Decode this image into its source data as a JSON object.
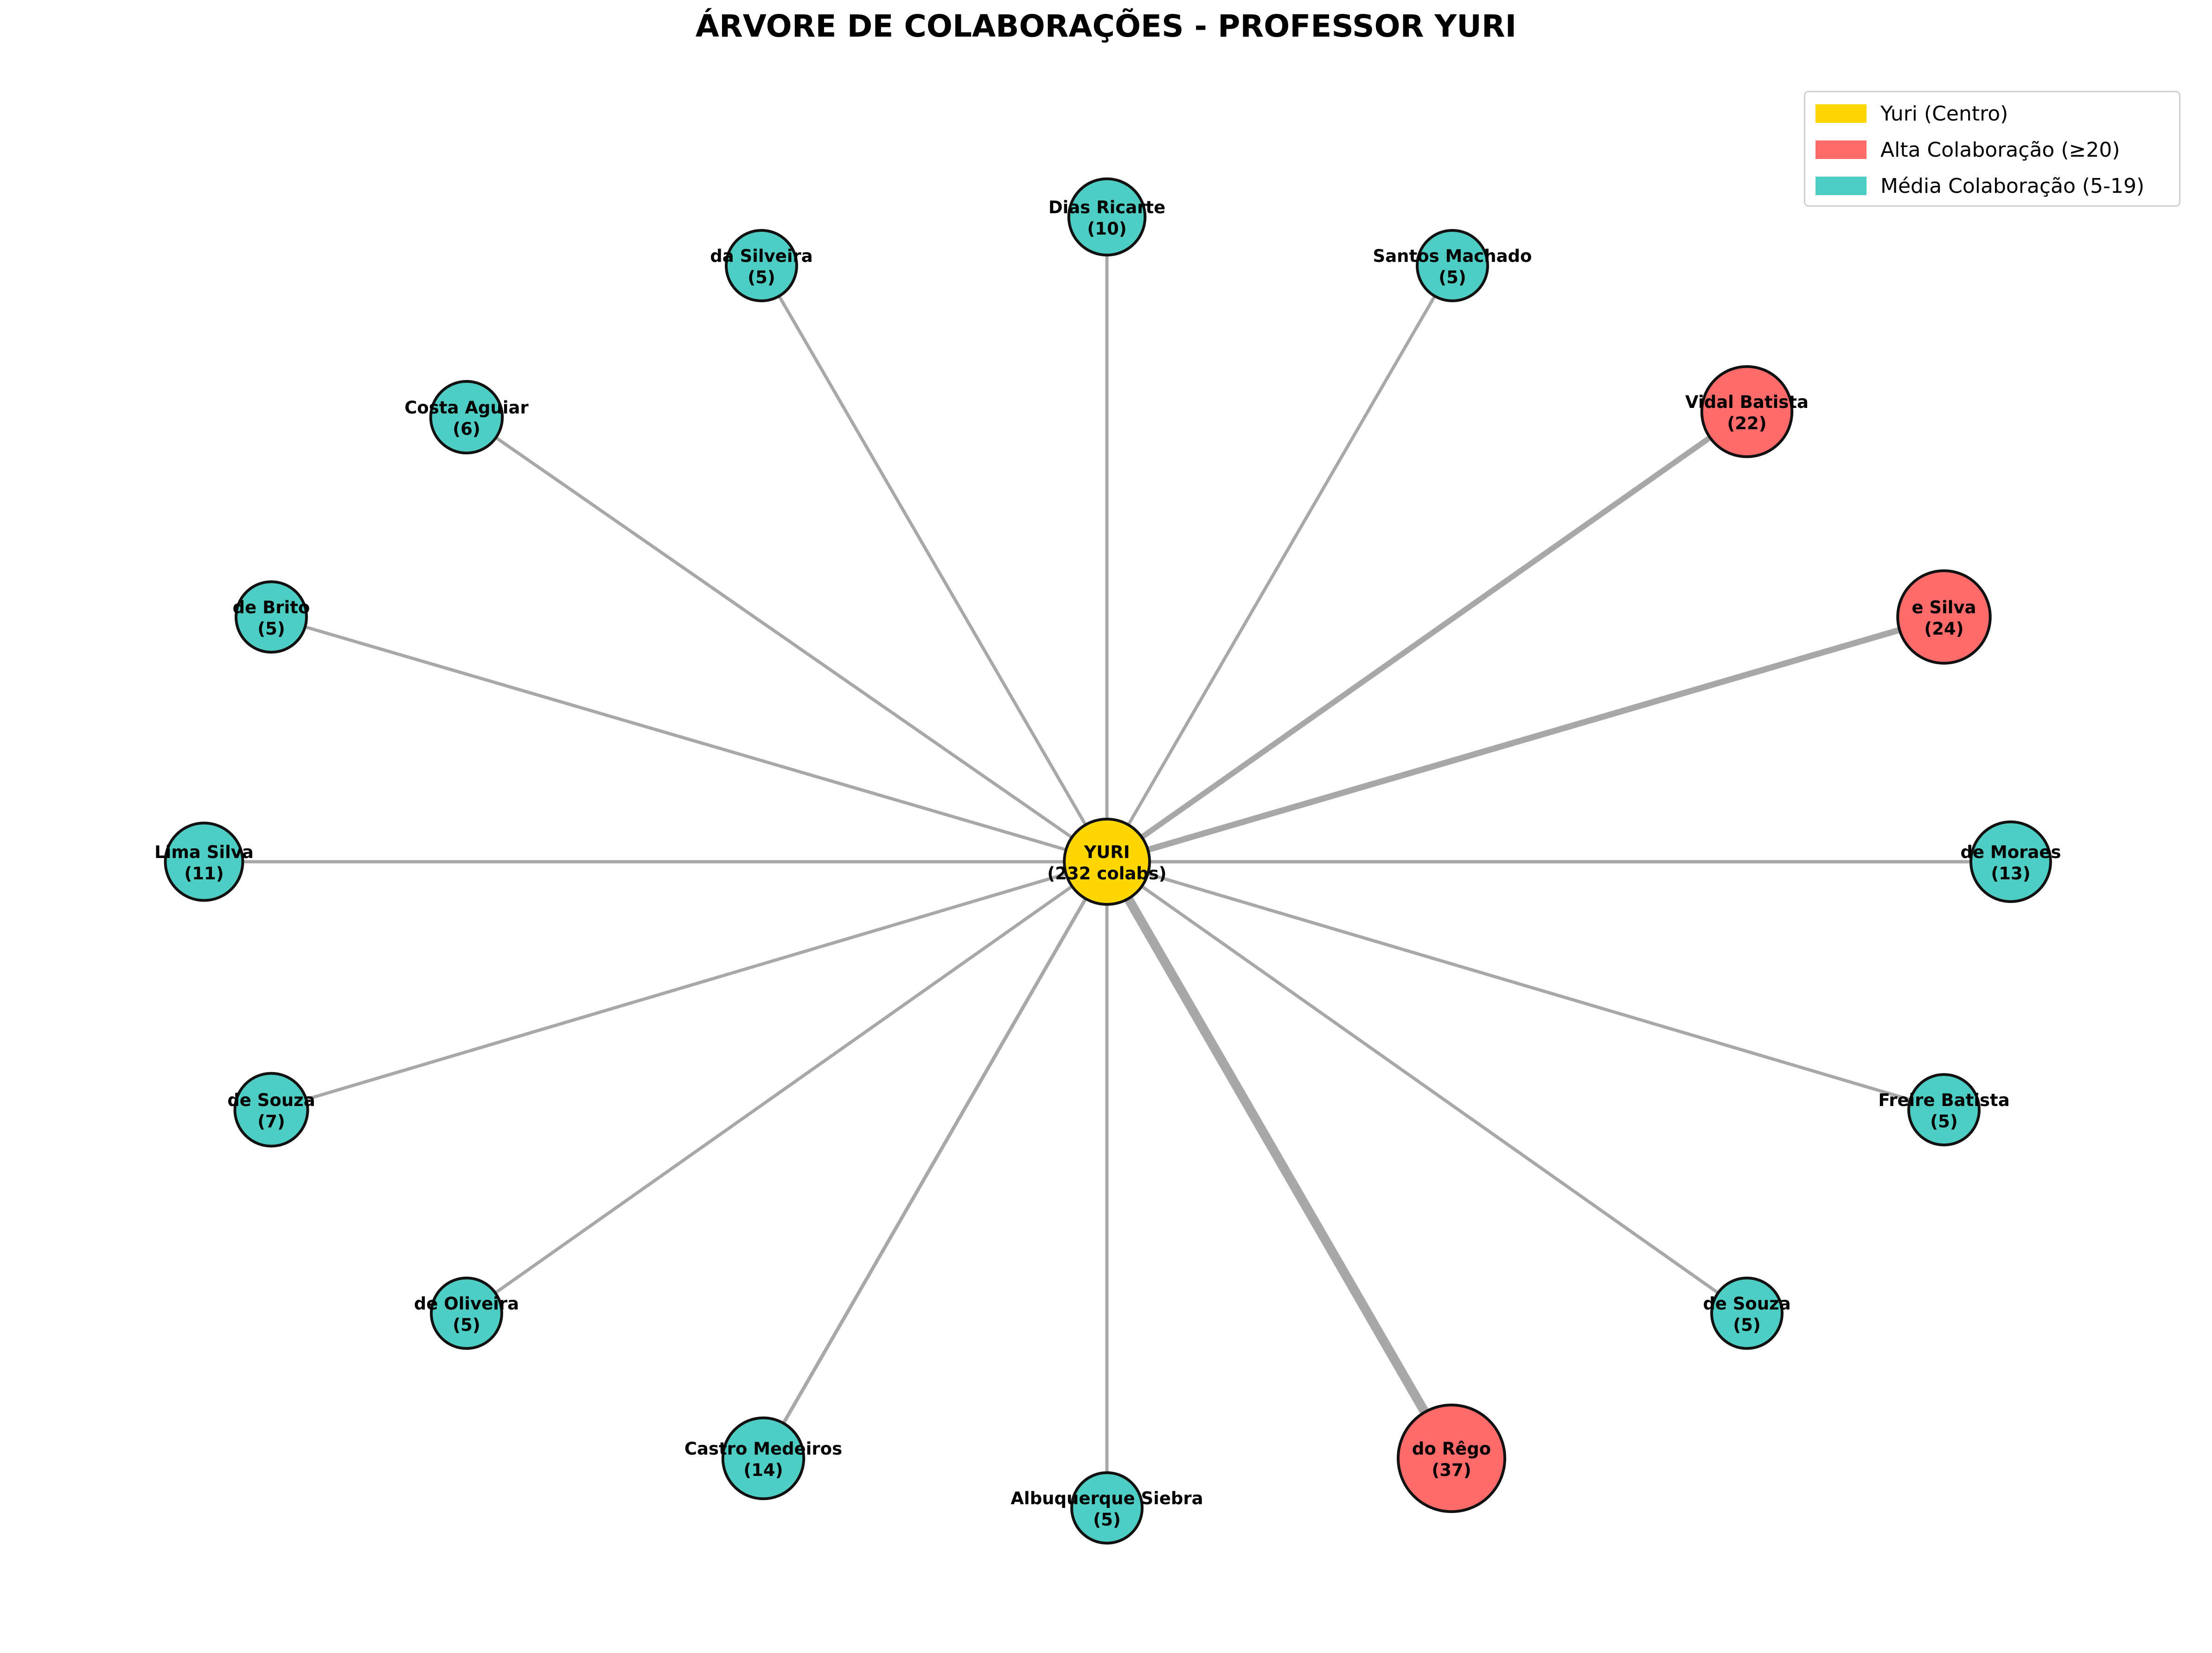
{
  "title": "ÁRVORE DE COLABORAÇÕES - PROFESSOR YURI",
  "center": {
    "name": "YURI",
    "count_label": "(232 colabs)",
    "color": "#FFD700"
  },
  "legend": [
    {
      "label": "Yuri (Centro)",
      "color": "#FFD700"
    },
    {
      "label": "Alta Colaboração (≥20)",
      "color": "#FF6B6B"
    },
    {
      "label": "Média Colaboração (5-19)",
      "color": "#4ECDC4"
    }
  ],
  "colors": {
    "high": "#FF6B6B",
    "medium": "#4ECDC4",
    "edge": "#999999",
    "outline": "#111111"
  },
  "collaborators": [
    {
      "name": "do Rêgo",
      "count": 37,
      "level": "high"
    },
    {
      "name": "e Silva",
      "count": 24,
      "level": "high"
    },
    {
      "name": "Vidal Batista",
      "count": 22,
      "level": "high"
    },
    {
      "name": "Castro Medeiros",
      "count": 14,
      "level": "medium"
    },
    {
      "name": "de Moraes",
      "count": 13,
      "level": "medium"
    },
    {
      "name": "Lima Silva",
      "count": 11,
      "level": "medium"
    },
    {
      "name": "Dias Ricarte",
      "count": 10,
      "level": "medium"
    },
    {
      "name": "de Souza",
      "count": 7,
      "level": "medium"
    },
    {
      "name": "Costa Aguiar",
      "count": 6,
      "level": "medium"
    },
    {
      "name": "da Silveira",
      "count": 5,
      "level": "medium"
    },
    {
      "name": "Santos Machado",
      "count": 5,
      "level": "medium"
    },
    {
      "name": "de Brito",
      "count": 5,
      "level": "medium"
    },
    {
      "name": "Freire Batista",
      "count": 5,
      "level": "medium"
    },
    {
      "name": "de Oliveira",
      "count": 5,
      "level": "medium"
    },
    {
      "name": "de Souza",
      "count": 5,
      "level": "medium"
    },
    {
      "name": "Albuquerque Siebra",
      "count": 5,
      "level": "medium"
    }
  ]
}
